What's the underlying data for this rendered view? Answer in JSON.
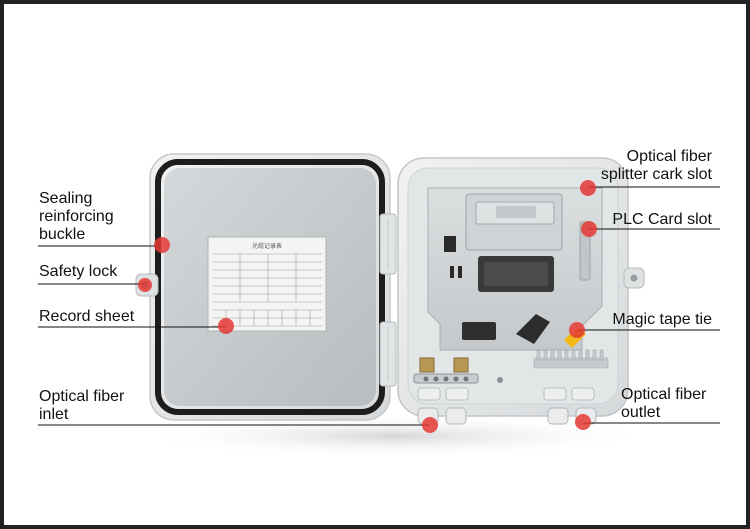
{
  "colors": {
    "marker": "#e53935",
    "leader_line": "#111111",
    "box_body": "#e7e9ea",
    "box_shadow": "#b9bcbe",
    "lid_inner": "#c9cdcf",
    "gasket": "#1d1d1d",
    "splitter_plate": "#d3d6d7",
    "accent_yellow": "#f2b818",
    "brass": "#b99a55",
    "dark_slot": "#3a3a3a"
  },
  "icons": [
    "hinge-icon",
    "lock-tab-icon",
    "cable-gland-icon",
    "marker-dot-icon"
  ],
  "record_sheet": {
    "title": "光缆记录表"
  },
  "callouts": {
    "sealing_buckle": {
      "lines": [
        "Sealing",
        "reinforcing",
        "buckle"
      ]
    },
    "safety_lock": {
      "lines": [
        "Safety lock"
      ]
    },
    "record_sheet": {
      "lines": [
        "Record sheet"
      ]
    },
    "fiber_inlet": {
      "lines": [
        "Optical fiber",
        "inlet"
      ]
    },
    "splitter_slot": {
      "lines": [
        "Optical fiber",
        "splitter cark slot"
      ]
    },
    "plc_slot": {
      "lines": [
        "PLC Card slot"
      ]
    },
    "magic_tape": {
      "lines": [
        "Magic tape tie"
      ]
    },
    "fiber_outlet": {
      "lines": [
        "Optical fiber",
        "outlet"
      ]
    }
  }
}
